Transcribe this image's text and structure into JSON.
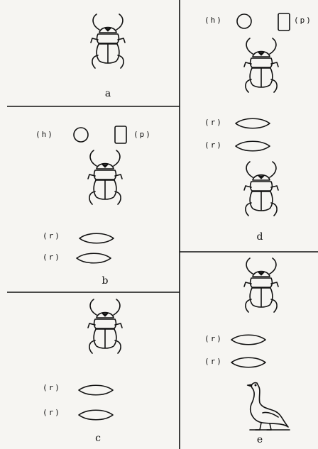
{
  "labels": {
    "h": "(h)",
    "p": "(p)",
    "r": "(r)"
  },
  "captions": {
    "a": "a",
    "b": "b",
    "c": "c",
    "d": "d",
    "e": "e"
  },
  "icons": [
    "scarab-beetle-icon",
    "circle-sign-icon",
    "rectangle-sign-icon",
    "mouth-sign-icon",
    "goose-icon"
  ]
}
